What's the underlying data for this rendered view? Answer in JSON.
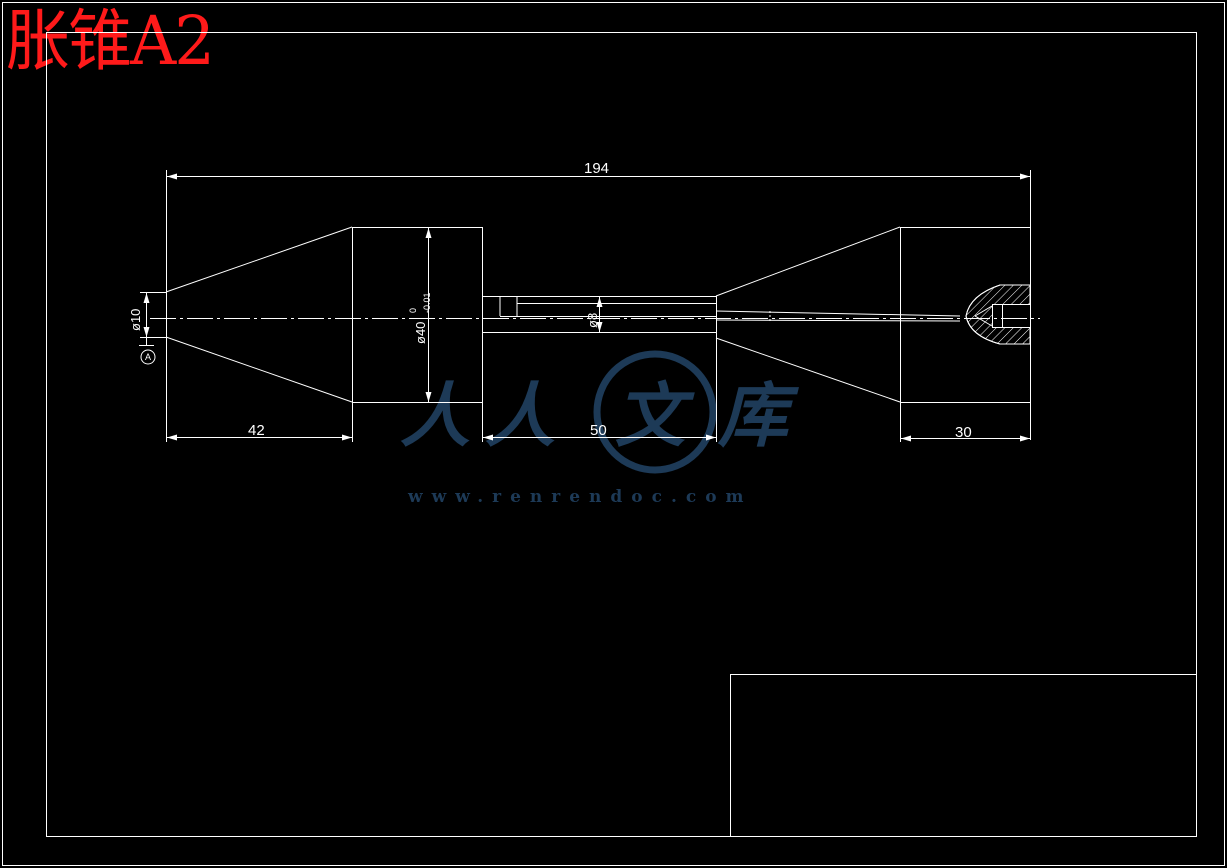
{
  "drawing": {
    "title": "胀锥A2",
    "dimensions": {
      "overall_length": "194",
      "left_taper_length": "42",
      "neck_length": "50",
      "right_body_length": "30",
      "tip_diameter": "ø10",
      "body_diameter": "ø40",
      "body_tol_upper": "0",
      "body_tol_lower": "-0.01",
      "bore_diameter": "ø8",
      "datum": "A"
    }
  },
  "watermark": {
    "chars": [
      "人",
      "人",
      "文",
      "库"
    ],
    "url": "www.renrendoc.com"
  },
  "colors": {
    "background": "#000000",
    "lines": "#ffffff",
    "title": "#ff1a1a",
    "watermark": "#1d3a57"
  }
}
